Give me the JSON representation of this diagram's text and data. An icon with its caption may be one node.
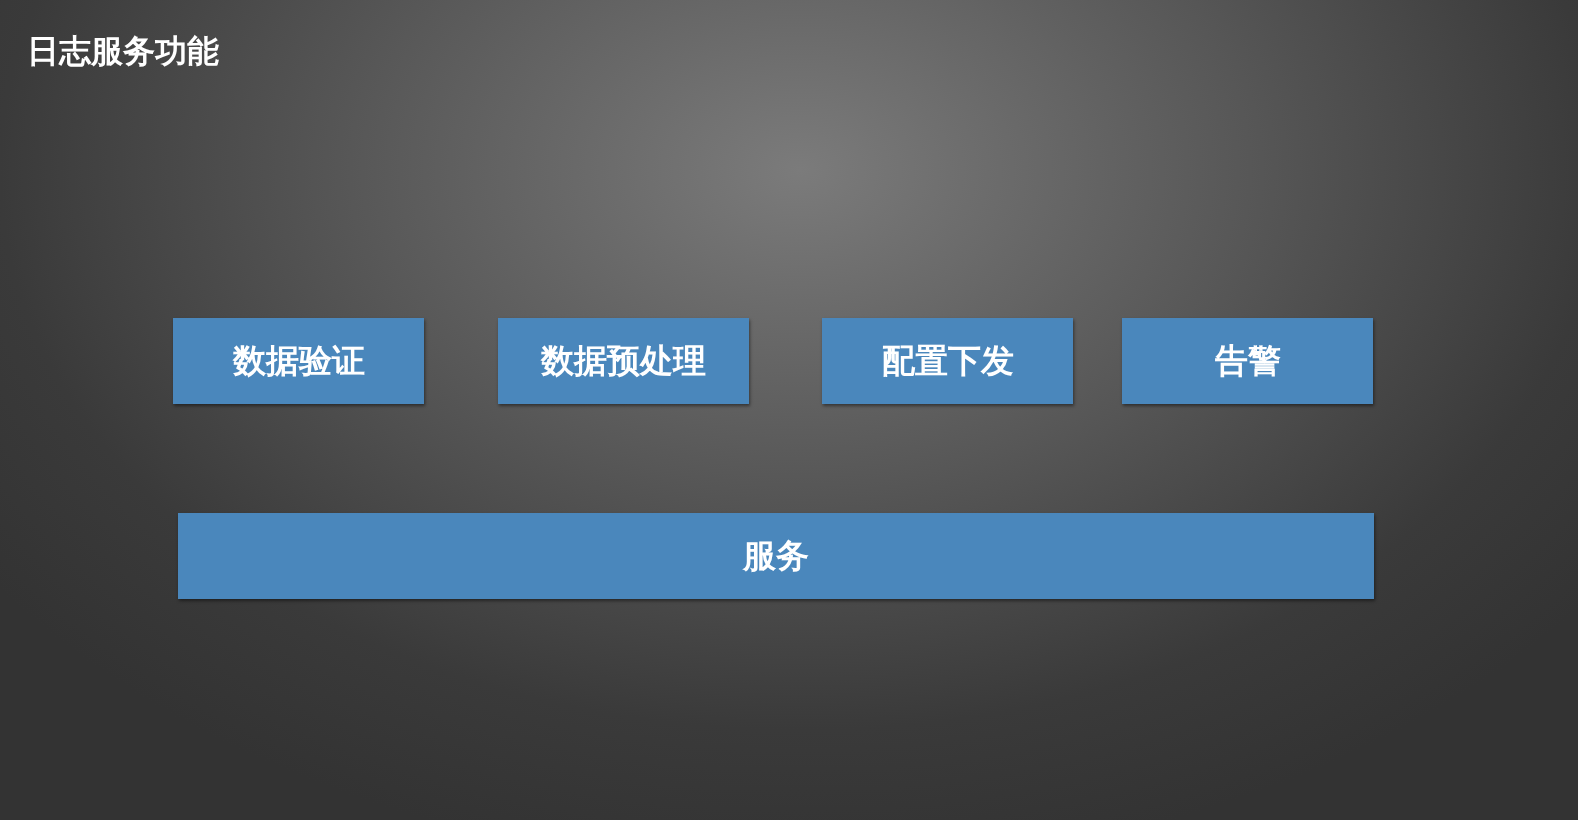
{
  "diagram": {
    "title": "日志服务功能",
    "nodes": [
      {
        "text": [
          "数据验证"
        ]
      },
      {
        "text": [
          "数据预处理"
        ]
      },
      {
        "text": [
          "配置下发"
        ]
      },
      {
        "text": [
          "告警"
        ]
      },
      {
        "text": [
          "服务"
        ]
      }
    ]
  }
}
